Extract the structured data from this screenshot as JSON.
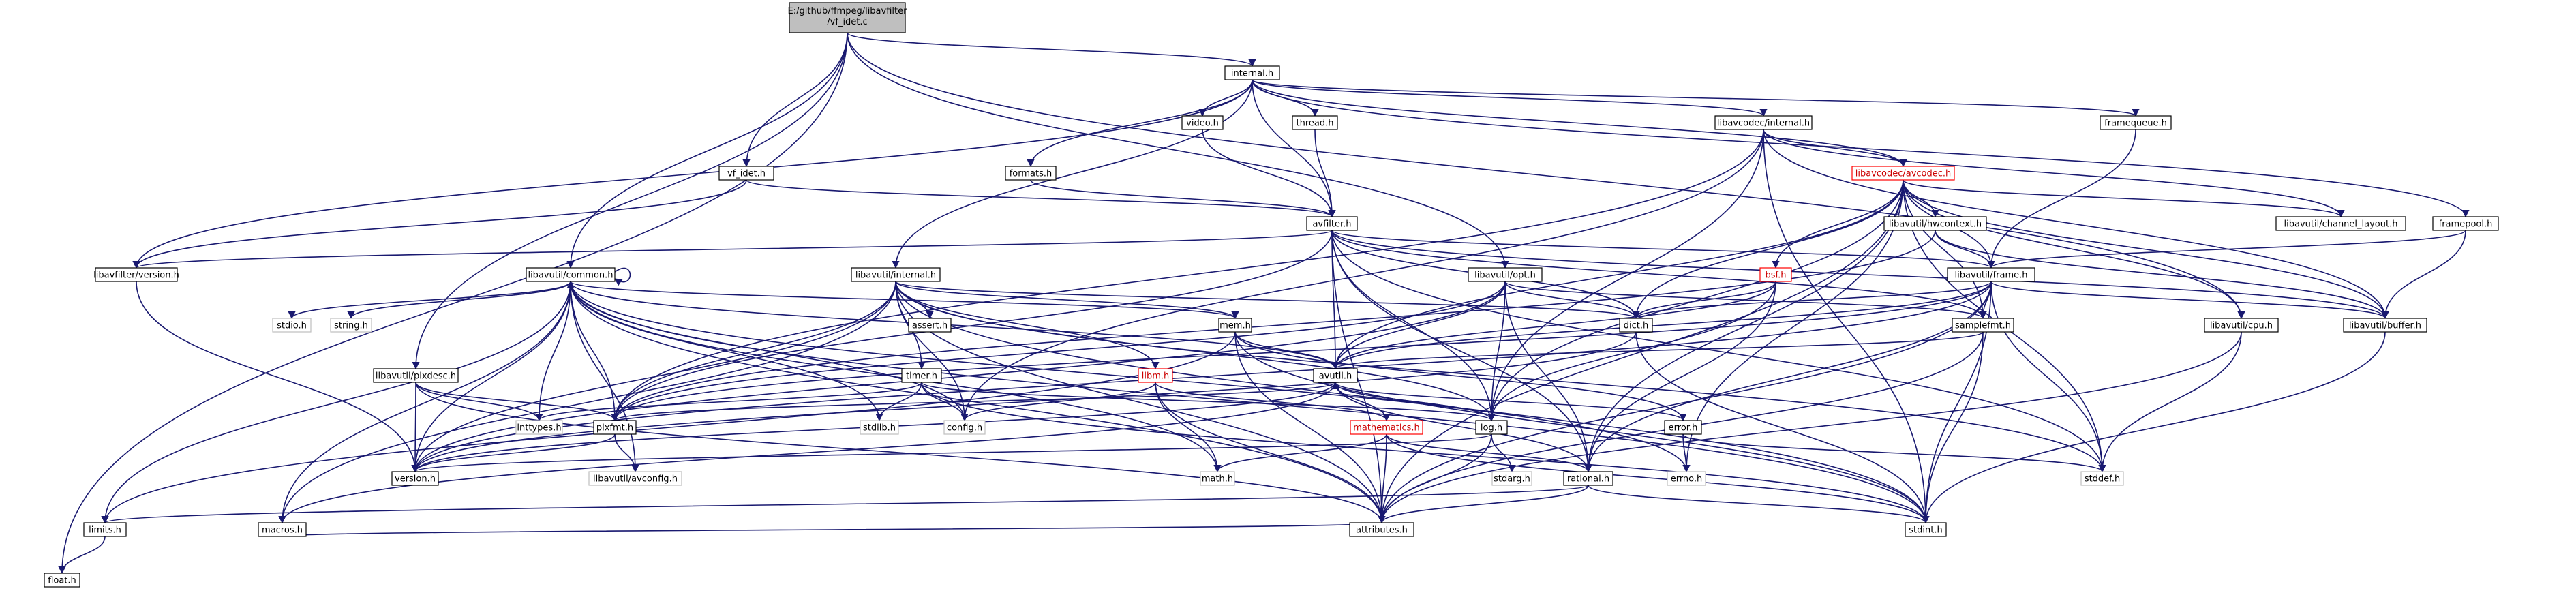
{
  "graph": {
    "title_lines": [
      "E:/github/ffmpeg/libavfilter",
      "/vf_idet.c"
    ],
    "nodes": [
      {
        "id": "root",
        "label": "E:/github/ffmpeg/libavfilter/vf_idet.c",
        "kind": "root"
      },
      {
        "id": "internal_h",
        "label": "internal.h",
        "kind": "normal"
      },
      {
        "id": "video_h",
        "label": "video.h",
        "kind": "normal"
      },
      {
        "id": "thread_h",
        "label": "thread.h",
        "kind": "normal"
      },
      {
        "id": "lavc_internal_h",
        "label": "libavcodec/internal.h",
        "kind": "normal"
      },
      {
        "id": "framequeue_h",
        "label": "framequeue.h",
        "kind": "normal"
      },
      {
        "id": "formats_h",
        "label": "formats.h",
        "kind": "normal"
      },
      {
        "id": "vf_idet_h",
        "label": "vf_idet.h",
        "kind": "normal"
      },
      {
        "id": "lavc_avcodec_h",
        "label": "libavcodec/avcodec.h",
        "kind": "red"
      },
      {
        "id": "framepool_h",
        "label": "framepool.h",
        "kind": "normal"
      },
      {
        "id": "avfilter_h",
        "label": "avfilter.h",
        "kind": "normal"
      },
      {
        "id": "hwcontext_h",
        "label": "libavutil/hwcontext.h",
        "kind": "normal"
      },
      {
        "id": "channel_layout_h",
        "label": "libavutil/channel_layout.h",
        "kind": "normal"
      },
      {
        "id": "lavfi_version_h",
        "label": "libavfilter/version.h",
        "kind": "normal"
      },
      {
        "id": "common_h",
        "label": "libavutil/common.h",
        "kind": "normal"
      },
      {
        "id": "lavu_internal_h",
        "label": "libavutil/internal.h",
        "kind": "normal"
      },
      {
        "id": "opt_h",
        "label": "libavutil/opt.h",
        "kind": "normal"
      },
      {
        "id": "bsf_h",
        "label": "bsf.h",
        "kind": "red"
      },
      {
        "id": "frame_h",
        "label": "libavutil/frame.h",
        "kind": "normal"
      },
      {
        "id": "stdio_h",
        "label": "stdio.h",
        "kind": "sys"
      },
      {
        "id": "string_h",
        "label": "string.h",
        "kind": "sys"
      },
      {
        "id": "assert_h",
        "label": "assert.h",
        "kind": "normal"
      },
      {
        "id": "mem_h",
        "label": "mem.h",
        "kind": "normal"
      },
      {
        "id": "dict_h",
        "label": "dict.h",
        "kind": "normal"
      },
      {
        "id": "samplefmt_h",
        "label": "samplefmt.h",
        "kind": "normal"
      },
      {
        "id": "cpu_h",
        "label": "libavutil/cpu.h",
        "kind": "normal"
      },
      {
        "id": "buffer_h",
        "label": "libavutil/buffer.h",
        "kind": "normal"
      },
      {
        "id": "pixdesc_h",
        "label": "libavutil/pixdesc.h",
        "kind": "normal"
      },
      {
        "id": "timer_h",
        "label": "timer.h",
        "kind": "normal"
      },
      {
        "id": "libm_h",
        "label": "libm.h",
        "kind": "red"
      },
      {
        "id": "avutil_h",
        "label": "avutil.h",
        "kind": "normal"
      },
      {
        "id": "inttypes_h",
        "label": "inttypes.h",
        "kind": "sys"
      },
      {
        "id": "pixfmt_h",
        "label": "pixfmt.h",
        "kind": "normal"
      },
      {
        "id": "stdlib_h",
        "label": "stdlib.h",
        "kind": "sys"
      },
      {
        "id": "config_h",
        "label": "config.h",
        "kind": "sys"
      },
      {
        "id": "mathematics_h",
        "label": "mathematics.h",
        "kind": "red"
      },
      {
        "id": "log_h",
        "label": "log.h",
        "kind": "normal"
      },
      {
        "id": "error_h",
        "label": "error.h",
        "kind": "normal"
      },
      {
        "id": "version_h",
        "label": "version.h",
        "kind": "normal"
      },
      {
        "id": "avconfig_h",
        "label": "libavutil/avconfig.h",
        "kind": "sys"
      },
      {
        "id": "math_h",
        "label": "math.h",
        "kind": "sys"
      },
      {
        "id": "stdarg_h",
        "label": "stdarg.h",
        "kind": "sys"
      },
      {
        "id": "rational_h",
        "label": "rational.h",
        "kind": "normal"
      },
      {
        "id": "errno_h",
        "label": "errno.h",
        "kind": "sys"
      },
      {
        "id": "stddef_h",
        "label": "stddef.h",
        "kind": "sys"
      },
      {
        "id": "limits_h",
        "label": "limits.h",
        "kind": "normal"
      },
      {
        "id": "macros_h",
        "label": "macros.h",
        "kind": "normal"
      },
      {
        "id": "attributes_h",
        "label": "attributes.h",
        "kind": "normal"
      },
      {
        "id": "stdint_h",
        "label": "stdint.h",
        "kind": "normal"
      },
      {
        "id": "float_h",
        "label": "float.h",
        "kind": "normal"
      }
    ],
    "edges": [
      [
        "root",
        "internal_h"
      ],
      [
        "root",
        "vf_idet_h"
      ],
      [
        "root",
        "common_h"
      ],
      [
        "root",
        "opt_h"
      ],
      [
        "root",
        "cpu_h"
      ],
      [
        "root",
        "float_h"
      ],
      [
        "root",
        "pixdesc_h"
      ],
      [
        "internal_h",
        "video_h"
      ],
      [
        "internal_h",
        "thread_h"
      ],
      [
        "internal_h",
        "lavc_internal_h"
      ],
      [
        "internal_h",
        "framequeue_h"
      ],
      [
        "internal_h",
        "formats_h"
      ],
      [
        "internal_h",
        "avfilter_h"
      ],
      [
        "internal_h",
        "lavu_internal_h"
      ],
      [
        "internal_h",
        "framepool_h"
      ],
      [
        "internal_h",
        "lavc_avcodec_h"
      ],
      [
        "internal_h",
        "lavfi_version_h"
      ],
      [
        "video_h",
        "avfilter_h"
      ],
      [
        "thread_h",
        "avfilter_h"
      ],
      [
        "formats_h",
        "avfilter_h"
      ],
      [
        "vf_idet_h",
        "avfilter_h"
      ],
      [
        "vf_idet_h",
        "lavfi_version_h"
      ],
      [
        "lavc_internal_h",
        "lavc_avcodec_h"
      ],
      [
        "lavc_internal_h",
        "buffer_h"
      ],
      [
        "lavc_internal_h",
        "channel_layout_h"
      ],
      [
        "lavc_internal_h",
        "stdint_h"
      ],
      [
        "lavc_internal_h",
        "log_h"
      ],
      [
        "lavc_internal_h",
        "config_h"
      ],
      [
        "lavc_internal_h",
        "pixfmt_h"
      ],
      [
        "framequeue_h",
        "frame_h"
      ],
      [
        "framepool_h",
        "frame_h"
      ],
      [
        "framepool_h",
        "buffer_h"
      ],
      [
        "lavc_avcodec_h",
        "hwcontext_h"
      ],
      [
        "lavc_avcodec_h",
        "channel_layout_h"
      ],
      [
        "lavc_avcodec_h",
        "bsf_h"
      ],
      [
        "lavc_avcodec_h",
        "frame_h"
      ],
      [
        "lavc_avcodec_h",
        "cpu_h"
      ],
      [
        "lavc_avcodec_h",
        "buffer_h"
      ],
      [
        "lavc_avcodec_h",
        "dict_h"
      ],
      [
        "lavc_avcodec_h",
        "samplefmt_h"
      ],
      [
        "lavc_avcodec_h",
        "avutil_h"
      ],
      [
        "lavc_avcodec_h",
        "log_h"
      ],
      [
        "lavc_avcodec_h",
        "rational_h"
      ],
      [
        "lavc_avcodec_h",
        "attributes_h"
      ],
      [
        "lavc_avcodec_h",
        "stddef_h"
      ],
      [
        "lavc_avcodec_h",
        "errno_h"
      ],
      [
        "hwcontext_h",
        "frame_h"
      ],
      [
        "hwcontext_h",
        "buffer_h"
      ],
      [
        "hwcontext_h",
        "pixfmt_h"
      ],
      [
        "avfilter_h",
        "lavfi_version_h"
      ],
      [
        "avfilter_h",
        "frame_h"
      ],
      [
        "avfilter_h",
        "dict_h"
      ],
      [
        "avfilter_h",
        "samplefmt_h"
      ],
      [
        "avfilter_h",
        "avutil_h"
      ],
      [
        "avfilter_h",
        "buffer_h"
      ],
      [
        "avfilter_h",
        "rational_h"
      ],
      [
        "avfilter_h",
        "log_h"
      ],
      [
        "avfilter_h",
        "pixfmt_h"
      ],
      [
        "avfilter_h",
        "attributes_h"
      ],
      [
        "avfilter_h",
        "stddef_h"
      ],
      [
        "lavfi_version_h",
        "version_h"
      ],
      [
        "common_h",
        "common_h"
      ],
      [
        "common_h",
        "stdio_h"
      ],
      [
        "common_h",
        "string_h"
      ],
      [
        "common_h",
        "limits_h"
      ],
      [
        "common_h",
        "macros_h"
      ],
      [
        "common_h",
        "attributes_h"
      ],
      [
        "common_h",
        "stdint_h"
      ],
      [
        "common_h",
        "stdlib_h"
      ],
      [
        "common_h",
        "inttypes_h"
      ],
      [
        "common_h",
        "math_h"
      ],
      [
        "common_h",
        "errno_h"
      ],
      [
        "common_h",
        "version_h"
      ],
      [
        "common_h",
        "config_h"
      ],
      [
        "common_h",
        "mem_h"
      ],
      [
        "common_h",
        "pixfmt_h"
      ],
      [
        "common_h",
        "avconfig_h"
      ],
      [
        "lavu_internal_h",
        "assert_h"
      ],
      [
        "lavu_internal_h",
        "timer_h"
      ],
      [
        "lavu_internal_h",
        "libm_h"
      ],
      [
        "lavu_internal_h",
        "config_h"
      ],
      [
        "lavu_internal_h",
        "dict_h"
      ],
      [
        "lavu_internal_h",
        "pixfmt_h"
      ],
      [
        "lavu_internal_h",
        "version_h"
      ],
      [
        "lavu_internal_h",
        "attributes_h"
      ],
      [
        "lavu_internal_h",
        "macros_h"
      ],
      [
        "lavu_internal_h",
        "log_h"
      ],
      [
        "lavu_internal_h",
        "stdint_h"
      ],
      [
        "lavu_internal_h",
        "stddef_h"
      ],
      [
        "lavu_internal_h",
        "mem_h"
      ],
      [
        "opt_h",
        "dict_h"
      ],
      [
        "opt_h",
        "log_h"
      ],
      [
        "opt_h",
        "avutil_h"
      ],
      [
        "opt_h",
        "rational_h"
      ],
      [
        "opt_h",
        "samplefmt_h"
      ],
      [
        "opt_h",
        "pixfmt_h"
      ],
      [
        "opt_h",
        "version_h"
      ],
      [
        "bsf_h",
        "dict_h"
      ],
      [
        "bsf_h",
        "log_h"
      ],
      [
        "bsf_h",
        "rational_h"
      ],
      [
        "bsf_h",
        "avutil_h"
      ],
      [
        "frame_h",
        "dict_h"
      ],
      [
        "frame_h",
        "samplefmt_h"
      ],
      [
        "frame_h",
        "avutil_h"
      ],
      [
        "frame_h",
        "buffer_h"
      ],
      [
        "frame_h",
        "rational_h"
      ],
      [
        "frame_h",
        "pixfmt_h"
      ],
      [
        "frame_h",
        "stdint_h"
      ],
      [
        "frame_h",
        "stddef_h"
      ],
      [
        "frame_h",
        "attributes_h"
      ],
      [
        "frame_h",
        "version_h"
      ],
      [
        "mem_h",
        "avutil_h"
      ],
      [
        "mem_h",
        "error_h"
      ],
      [
        "mem_h",
        "limits_h"
      ],
      [
        "mem_h",
        "stdint_h"
      ],
      [
        "mem_h",
        "attributes_h"
      ],
      [
        "dict_h",
        "stdint_h"
      ],
      [
        "dict_h",
        "version_h"
      ],
      [
        "samplefmt_h",
        "avutil_h"
      ],
      [
        "samplefmt_h",
        "attributes_h"
      ],
      [
        "samplefmt_h",
        "stdint_h"
      ],
      [
        "cpu_h",
        "attributes_h"
      ],
      [
        "cpu_h",
        "stddef_h"
      ],
      [
        "buffer_h",
        "stdint_h"
      ],
      [
        "pixdesc_h",
        "inttypes_h"
      ],
      [
        "pixdesc_h",
        "pixfmt_h"
      ],
      [
        "pixdesc_h",
        "version_h"
      ],
      [
        "pixdesc_h",
        "attributes_h"
      ],
      [
        "timer_h",
        "config_h"
      ],
      [
        "timer_h",
        "stdlib_h"
      ],
      [
        "timer_h",
        "stdint_h"
      ],
      [
        "timer_h",
        "log_h"
      ],
      [
        "timer_h",
        "inttypes_h"
      ],
      [
        "libm_h",
        "math_h"
      ],
      [
        "libm_h",
        "config_h"
      ],
      [
        "libm_h",
        "attributes_h"
      ],
      [
        "libm_h",
        "mathematics_h"
      ],
      [
        "libm_h",
        "intfloat_dummy"
      ],
      [
        "avutil_h",
        "common_h"
      ],
      [
        "avutil_h",
        "rational_h"
      ],
      [
        "avutil_h",
        "mathematics_h"
      ],
      [
        "avutil_h",
        "log_h"
      ],
      [
        "avutil_h",
        "pixfmt_h"
      ],
      [
        "avutil_h",
        "error_h"
      ],
      [
        "avutil_h",
        "version_h"
      ],
      [
        "avutil_h",
        "macros_h"
      ],
      [
        "pixfmt_h",
        "version_h"
      ],
      [
        "pixfmt_h",
        "avconfig_h"
      ],
      [
        "mathematics_h",
        "rational_h"
      ],
      [
        "mathematics_h",
        "math_h"
      ],
      [
        "mathematics_h",
        "attributes_h"
      ],
      [
        "mathematics_h",
        "stdint_h"
      ],
      [
        "mathematics_h",
        "intfloat_dummy"
      ],
      [
        "log_h",
        "stdarg_h"
      ],
      [
        "log_h",
        "version_h"
      ],
      [
        "log_h",
        "attributes_h"
      ],
      [
        "log_h",
        "avutil_h"
      ],
      [
        "error_h",
        "errno_h"
      ],
      [
        "error_h",
        "stddef_h"
      ],
      [
        "rational_h",
        "stdint_h"
      ],
      [
        "rational_h",
        "limits_h"
      ],
      [
        "rational_h",
        "attributes_h"
      ],
      [
        "limits_h",
        "float_h"
      ],
      [
        "macros_h",
        "attributes_h"
      ]
    ]
  }
}
